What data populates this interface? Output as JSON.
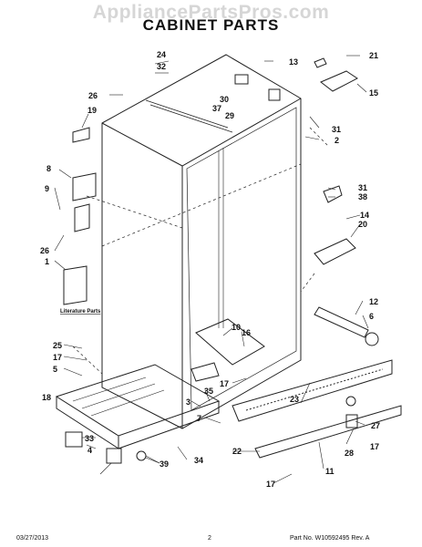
{
  "watermark": "AppliancePartsPros.com",
  "title": "CABINET PARTS",
  "literature_label": "Literature Parts",
  "callouts": {
    "c1": "1",
    "c2": "2",
    "c3": "3",
    "c4": "4",
    "c5": "5",
    "c6": "6",
    "c7": "7",
    "c8": "8",
    "c9": "9",
    "c10": "10",
    "c11": "11",
    "c12": "12",
    "c13": "13",
    "c14": "14",
    "c15": "15",
    "c16": "16",
    "c17a": "17",
    "c17b": "17",
    "c17c": "17",
    "c18": "18",
    "c19": "19",
    "c20": "20",
    "c21": "21",
    "c22": "22",
    "c23": "23",
    "c24": "24",
    "c25": "25",
    "c26a": "26",
    "c26b": "26",
    "c27": "27",
    "c28": "28",
    "c29": "29",
    "c30": "30",
    "c31a": "31",
    "c31b": "31",
    "c32": "32",
    "c33": "33",
    "c34": "34",
    "c35": "35",
    "c37": "37",
    "c38": "38",
    "c39": "39"
  },
  "footer": {
    "date": "03/27/2013",
    "page": "2",
    "part_no": "Part No. W10592495  Rev. A"
  }
}
